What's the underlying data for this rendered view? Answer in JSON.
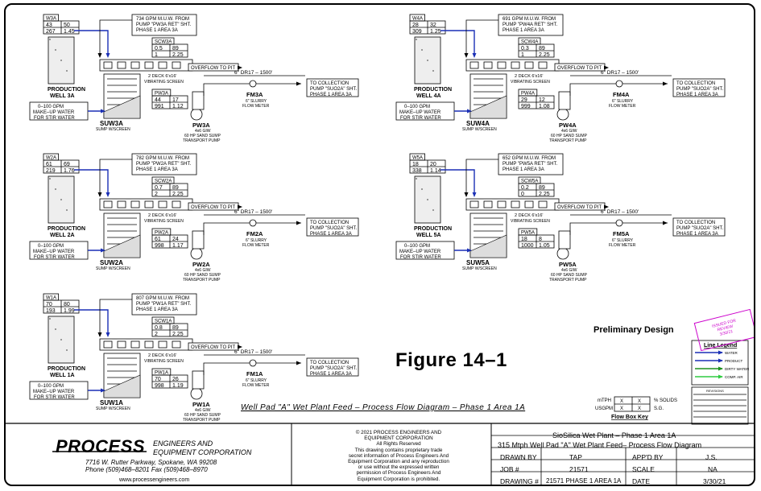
{
  "figure_title": "Figure 14–1",
  "preliminary": "Preliminary Design",
  "diagram_title": "Well Pad \"A\" Wet Plant Feed – Process Flow Diagram – Phase 1 Area 1A",
  "wells": [
    {
      "id": "W3A",
      "well_vals": [
        [
          "43",
          "50"
        ],
        [
          "267",
          "1.45"
        ]
      ],
      "scw": "SCW3A",
      "scw_vals": [
        [
          "0.5",
          "89"
        ],
        [
          "1",
          "2.25"
        ]
      ],
      "pw": "PW3A",
      "pw_vals": [
        [
          "44",
          "17"
        ],
        [
          "991",
          "1.12"
        ]
      ],
      "from_line1": "734 GPM M.U.W. FROM",
      "from_line2": "PUMP \"PW3A RET\" SHT.",
      "from_line3": "PHASE 1 AREA 3A",
      "prod1": "PRODUCTION",
      "prod2": "WELL 3A",
      "suw": "SUW3A",
      "pump": "PW3A",
      "fm": "FM3A"
    },
    {
      "id": "W4A",
      "well_vals": [
        [
          "28",
          "32"
        ],
        [
          "309",
          "1.25"
        ]
      ],
      "scw": "SCW4A",
      "scw_vals": [
        [
          "0.3",
          "89"
        ],
        [
          "1",
          "2.25"
        ]
      ],
      "pw": "PW4A",
      "pw_vals": [
        [
          "29",
          "12"
        ],
        [
          "999",
          "1.08"
        ]
      ],
      "from_line1": "691 GPM M.U.W. FROM",
      "from_line2": "PUMP \"PW4A RET\" SHT.",
      "from_line3": "PHASE 1 AREA 3A",
      "prod1": "PRODUCTION",
      "prod2": "WELL 4A",
      "suw": "SUW4A",
      "pump": "PW4A",
      "fm": "FM4A"
    },
    {
      "id": "W2A",
      "well_vals": [
        [
          "61",
          "69"
        ],
        [
          "219",
          "1.76"
        ]
      ],
      "scw": "SCW2A",
      "scw_vals": [
        [
          "0.7",
          "89"
        ],
        [
          "2",
          "2.25"
        ]
      ],
      "pw": "PW2A",
      "pw_vals": [
        [
          "61",
          "24"
        ],
        [
          "998",
          "1.17"
        ]
      ],
      "from_line1": "782 GPM M.U.W. FROM",
      "from_line2": "PUMP \"PW2A RET\" SHT.",
      "from_line3": "PHASE 1 AREA 3A",
      "prod1": "PRODUCTION",
      "prod2": "WELL 2A",
      "suw": "SUW2A",
      "pump": "PW2A",
      "fm": "FM2A"
    },
    {
      "id": "W5A",
      "well_vals": [
        [
          "18",
          "20"
        ],
        [
          "338",
          "1.14"
        ]
      ],
      "scw": "SCW5A",
      "scw_vals": [
        [
          "0.2",
          "89"
        ],
        [
          "0",
          "2.25"
        ]
      ],
      "pw": "PW5A",
      "pw_vals": [
        [
          "18",
          "8"
        ],
        [
          "1000",
          "1.05"
        ]
      ],
      "from_line1": "652 GPM M.U.W. FROM",
      "from_line2": "PUMP \"PW5A RET\" SHT.",
      "from_line3": "PHASE 1 AREA 3A",
      "prod1": "PRODUCTION",
      "prod2": "WELL 5A",
      "suw": "SUW5A",
      "pump": "PW5A",
      "fm": "FM5A"
    },
    {
      "id": "W1A",
      "well_vals": [
        [
          "70",
          "80"
        ],
        [
          "193",
          "1.99"
        ]
      ],
      "scw": "SCW1A",
      "scw_vals": [
        [
          "0.8",
          "89"
        ],
        [
          "2",
          "2.25"
        ]
      ],
      "pw": "PW1A",
      "pw_vals": [
        [
          "70",
          "26"
        ],
        [
          "998",
          "1.19"
        ]
      ],
      "from_line1": "807 GPM M.U.W. FROM",
      "from_line2": "PUMP \"PW1A RET\" SHT.",
      "from_line3": "PHASE 1 AREA 3A",
      "prod1": "PRODUCTION",
      "prod2": "WELL 1A",
      "suw": "SUW1A",
      "pump": "PW1A",
      "fm": "FM1A"
    }
  ],
  "common": {
    "overflow": "OVERFLOW TO PIT",
    "deck1": "2 DECK 6'x16'",
    "deck2": "VIBRATING SCREEN",
    "pipe": "6\" DR17 – 1500'",
    "to1": "TO COLLECTION",
    "to2": "PUMP \"SUO2A\" SHT.",
    "to3": "PHASE 1 AREA 3A",
    "slurry1": "6\" SLURRY",
    "slurry2": "FLOW METER",
    "makeup1": "0–100 GPM",
    "makeup2": "MAKE–UP WATER",
    "makeup3": "FOR STIR WATER",
    "sump": "SUMP W/SCREEN",
    "pumpdesc1": "4x6 GIW",
    "pumpdesc2": "60 HP SAND SUMP",
    "pumpdesc3": "TRANSPORT PUMP"
  },
  "line_legend": {
    "title": "Line Legend",
    "items": [
      {
        "label": "WATER",
        "color": "#1a2fb5"
      },
      {
        "label": "PRODUCT",
        "color": "#1a2fb5"
      },
      {
        "label": "DIRTY WATER",
        "color": "#1d8f1d"
      },
      {
        "label": "COMP. AIR",
        "color": "#2ecc40"
      }
    ]
  },
  "flow_box_key": {
    "title": "Flow Box Key",
    "mtph": "mTPH",
    "usgpm": "USGPM",
    "x": "X",
    "solids": "% SOLIDS",
    "sg": "S.G."
  },
  "stamp": {
    "line1": "ISSUED FOR",
    "line2": "REVIEW",
    "date": "3/30/21"
  },
  "revisions": {
    "title": "REVISIONS"
  },
  "title_block": {
    "company": "PROCESS",
    "company_sub1": "ENGINEERS AND",
    "company_sub2": "EQUIPMENT CORPORATION",
    "address": "7716 W. Rutter Parkway, Spokane, WA 99208",
    "phone": "Phone (509)468–8201  Fax (509)468–8970",
    "web": "www.processengineers.com",
    "copyright": [
      "© 2021 PROCESS ENGINEERS AND",
      "EQUIPMENT CORPORATION",
      "All Rights Reserved",
      "This drawing contains proprietary trade",
      "secret information of Process Engineers And",
      "Equipment Corporation and any reproduction",
      "or use without the expressed written",
      "permission of Process Engineers And",
      "Equipment Corporation is prohibited."
    ],
    "project": "SioSilica Wet Plant – Phase 1 Area 1A",
    "subtitle": "315 Mtph Well Pad \"A\" Wet Plant Feed–  Process Flow Diagram",
    "drawn_by_label": "DRAWN BY",
    "drawn_by": "TAP",
    "appd_by_label": "APP'D BY",
    "appd_by": "J.S.",
    "job_label": "JOB #",
    "job": "21571",
    "scale_label": "SCALE",
    "scale": "NA",
    "drawing_label": "DRAWING #",
    "drawing": "21571 PHASE 1 AREA 1A",
    "date_label": "DATE",
    "date": "3/30/21"
  }
}
